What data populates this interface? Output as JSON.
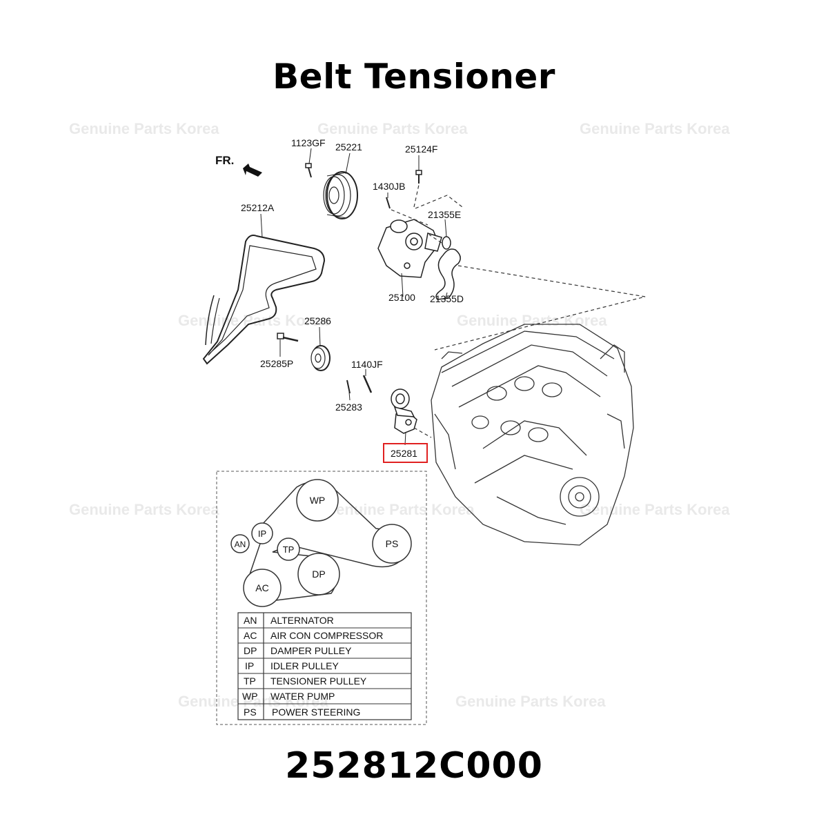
{
  "title": "Belt Tensioner",
  "part_number": "252812C000",
  "watermark": "Genuine Parts Korea",
  "front_marker": "FR.",
  "accent_color": "#e02020",
  "highlighted_part": "25281",
  "callouts": {
    "c1123GF": "1123GF",
    "c25221": "25221",
    "c25124F": "25124F",
    "c1430JB": "1430JB",
    "c21355E": "21355E",
    "c25212A": "25212A",
    "c25100": "25100",
    "c21355D": "21355D",
    "c25286": "25286",
    "c25285P": "25285P",
    "c1140JF": "1140JF",
    "c25283": "25283",
    "c25281": "25281"
  },
  "pulleys": {
    "wp": "WP",
    "ps": "PS",
    "an": "AN",
    "ip": "IP",
    "tp": "TP",
    "dp": "DP",
    "ac": "AC"
  },
  "legend": [
    {
      "code": "AN",
      "name": "ALTERNATOR"
    },
    {
      "code": "AC",
      "name": "AIR CON COMPRESSOR"
    },
    {
      "code": "DP",
      "name": "DAMPER PULLEY"
    },
    {
      "code": "IP",
      "name": "IDLER PULLEY"
    },
    {
      "code": "TP",
      "name": "TENSIONER PULLEY"
    },
    {
      "code": "WP",
      "name": "WATER PUMP"
    },
    {
      "code": "PS",
      "name": "POWER STEERING"
    }
  ]
}
